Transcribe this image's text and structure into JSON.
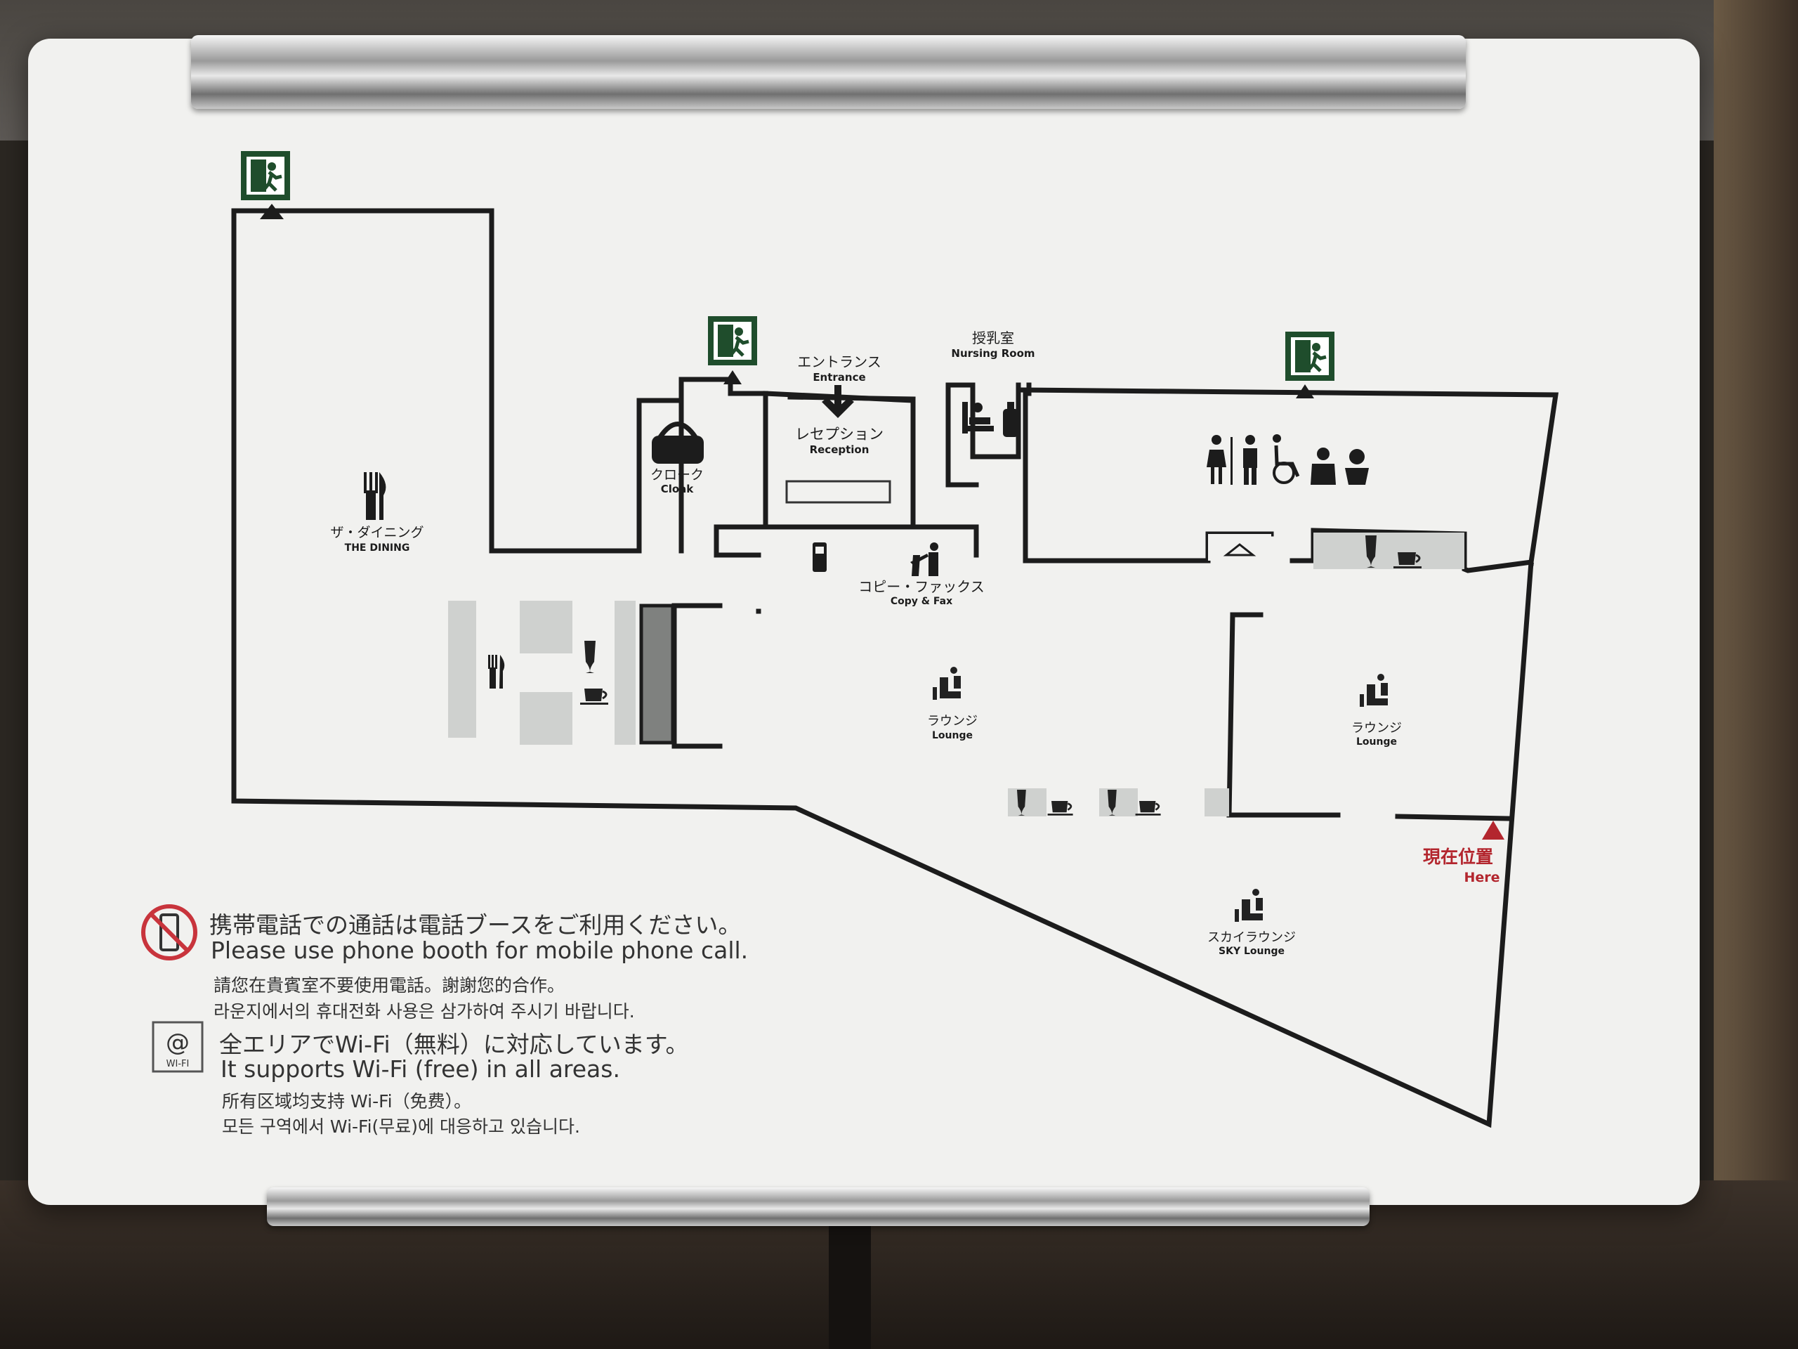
{
  "areas": {
    "dining": {
      "ja": "ザ・ダイニング",
      "en": "THE DINING"
    },
    "cloak": {
      "ja": "クローク",
      "en": "Cloak"
    },
    "entrance": {
      "ja": "エントランス",
      "en": "Entrance"
    },
    "reception": {
      "ja": "レセプション",
      "en": "Reception"
    },
    "nursing": {
      "ja": "授乳室",
      "en": "Nursing Room"
    },
    "copy_fax": {
      "ja": "コピー・ファックス",
      "en": "Copy & Fax"
    },
    "lounge_center": {
      "ja": "ラウンジ",
      "en": "Lounge"
    },
    "lounge_right": {
      "ja": "ラウンジ",
      "en": "Lounge"
    },
    "sky_lounge": {
      "ja": "スカイラウンジ",
      "en": "SKY Lounge"
    },
    "here": {
      "ja": "現在位置",
      "en": "Here"
    }
  },
  "notices": {
    "phone": {
      "ja": "携帯電話での通話は電話ブースをご利用ください。",
      "en": "Please use phone booth for mobile phone call.",
      "zh": "請您在貴賓室不要使用電話。謝謝您的合作。",
      "ko": "라운지에서의 휴대전화 사용은 삼가하여 주시기 바랍니다."
    },
    "wifi": {
      "badge": "WI-FI",
      "ja": "全エリアでWi-Fi（無料）に対応しています。",
      "en": "It supports Wi-Fi (free) in all areas.",
      "zh": "所有区域均支持 Wi-Fi（免费）。",
      "ko": "모든 구역에서 Wi-Fi(무료)에 대응하고 있습니다."
    }
  },
  "colors": {
    "exit_green": "#1f4d2c",
    "here_red": "#b3262e",
    "wall": "#1c1c1c",
    "furniture_gray": "#cfd1cf"
  },
  "icons": [
    "emergency-exit-icon",
    "fork-knife-icon",
    "bag-icon",
    "restroom-icon",
    "wheelchair-icon",
    "baby-icon",
    "coat-hanger-icon",
    "glass-icon",
    "cup-icon",
    "phone-icon",
    "copier-icon",
    "lounge-chair-icon",
    "no-phone-icon",
    "wifi-icon"
  ]
}
